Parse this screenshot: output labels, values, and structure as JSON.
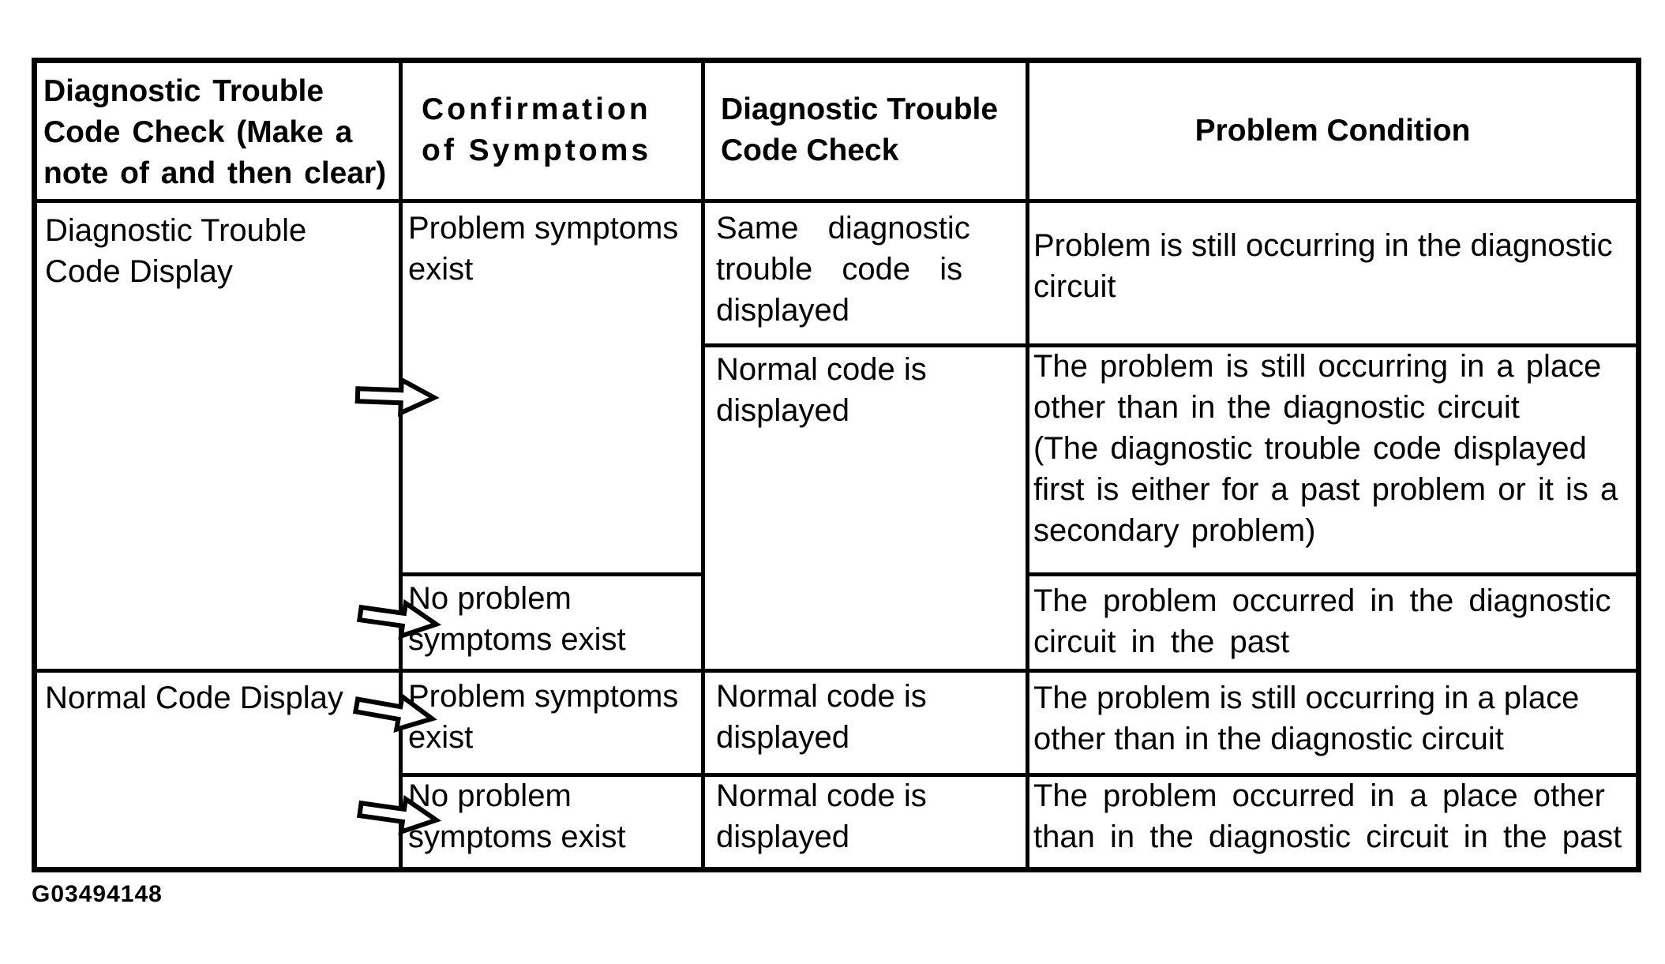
{
  "figure_id": "G03494148",
  "colors": {
    "ink": "#000000",
    "paper": "#ffffff"
  },
  "icons": {
    "flow_arrow": "hollow-right-arrow"
  },
  "table": {
    "headers": [
      {
        "id": "dtc_check_note",
        "label": "Diagnostic Trouble\nCode Check (Make a\nnote of and then clear)"
      },
      {
        "id": "confirmation",
        "label": "Confirmation\nof Symptoms"
      },
      {
        "id": "dtc_check",
        "label": "Diagnostic Trouble\nCode Check"
      },
      {
        "id": "problem_condition",
        "label": "Problem Condition"
      }
    ],
    "cells": {
      "r1c1": "Diagnostic Trouble\nCode Display",
      "r1c2": "Problem symptoms\nexist",
      "r1c3": "Same diagnostic\ntrouble code is\ndisplayed",
      "r1c4": "Problem is still occurring in the diagnostic\ncircuit",
      "r2c3": "Normal code is\ndisplayed",
      "r2c4": "The problem is still occurring in a place\nother than in the diagnostic circuit\n(The diagnostic trouble code displayed\nfirst is either for a past problem or it is a\nsecondary problem)",
      "r3c2": "No problem\nsymptoms exist",
      "r3c4": "The problem occurred in the diagnostic\ncircuit in the past",
      "r4c1": "Normal Code Display",
      "r4c2": "Problem symptoms\nexist",
      "r4c3": "Normal code is\ndisplayed",
      "r4c4": "The problem is still occurring in a place\nother than in the diagnostic circuit",
      "r5c2": "No problem\nsymptoms exist",
      "r5c3": "Normal code is\ndisplayed",
      "r5c4": "The problem occurred in a place other\nthan in the diagnostic circuit in the past"
    }
  }
}
